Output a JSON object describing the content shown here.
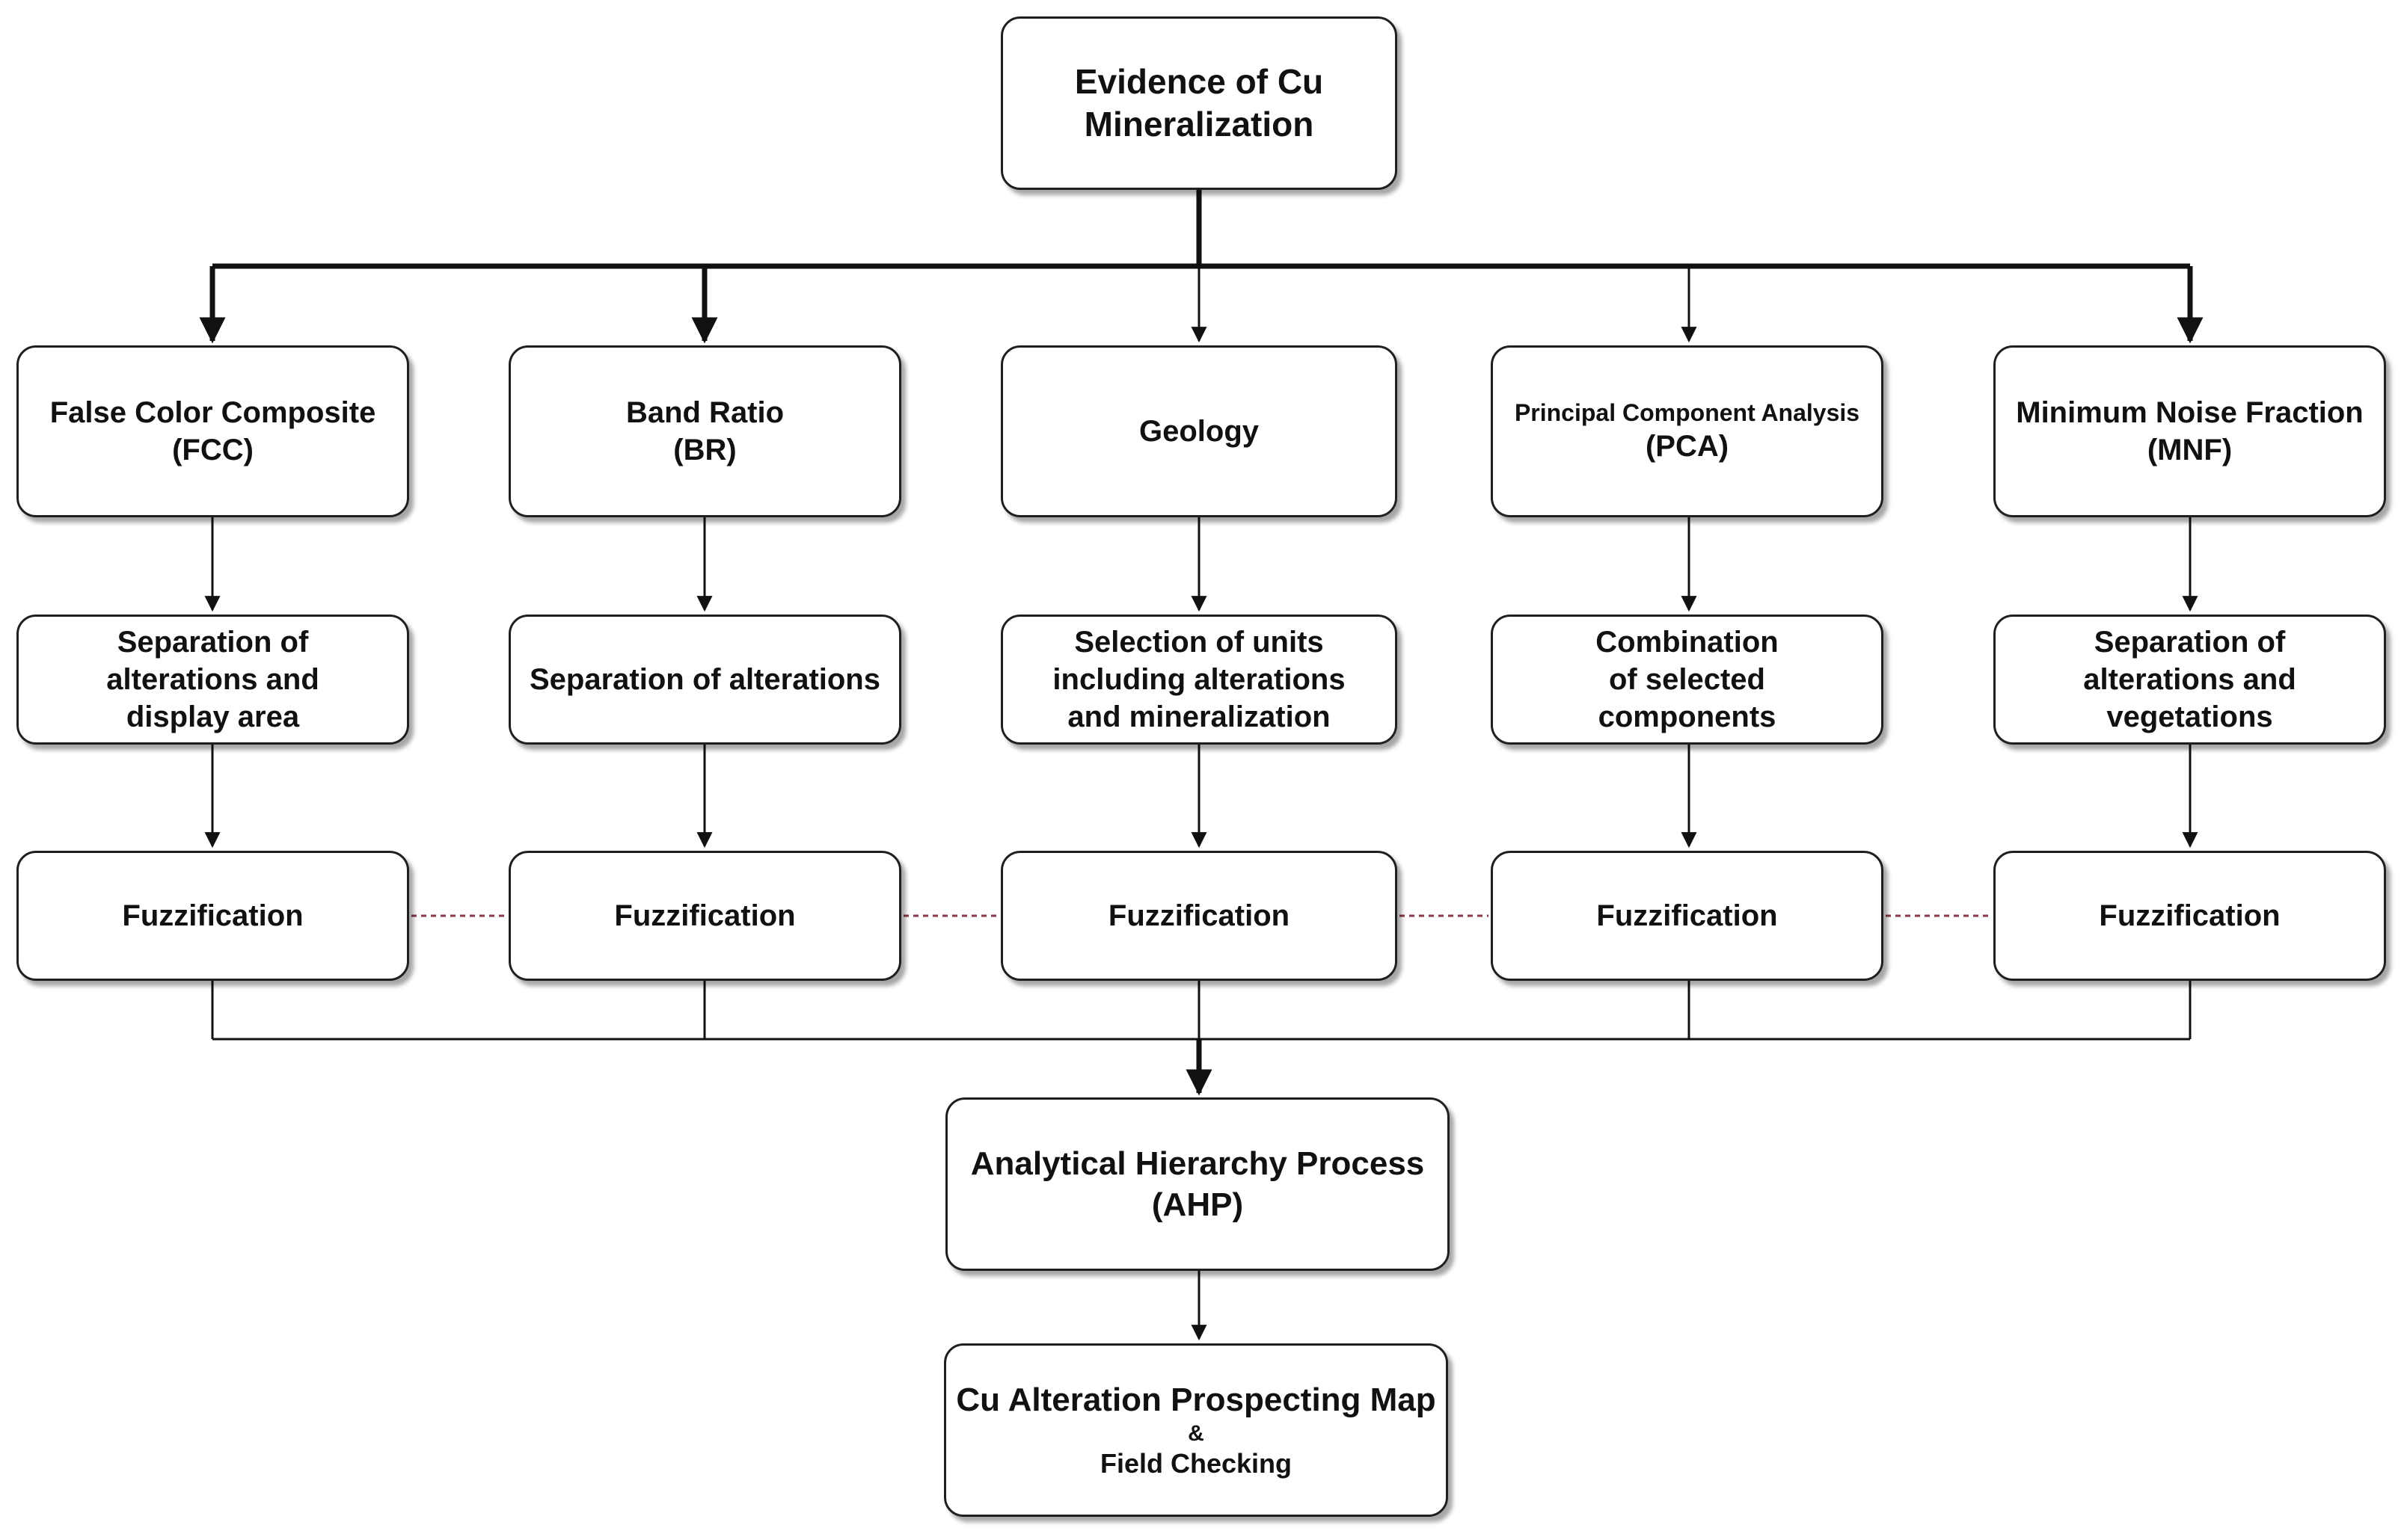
{
  "top": {
    "label": "Evidence of Cu\nMineralization"
  },
  "methods": [
    {
      "title": "False Color Composite",
      "abbr": "(FCC)"
    },
    {
      "title": "Band Ratio",
      "abbr": "(BR)"
    },
    {
      "title": "Geology",
      "abbr": ""
    },
    {
      "title": "Principal Component Analysis",
      "abbr": "(PCA)"
    },
    {
      "title": "Minimum Noise Fraction",
      "abbr": "(MNF)"
    }
  ],
  "steps": [
    "Separation of\nalterations and\ndisplay area",
    "Separation of alterations",
    "Selection of units\nincluding alterations\nand mineralization",
    "Combination\nof selected\ncomponents",
    "Separation of\nalterations and\nvegetations"
  ],
  "fuzzification": [
    "Fuzzification",
    "Fuzzification",
    "Fuzzification",
    "Fuzzification",
    "Fuzzification"
  ],
  "ahp": {
    "label": "Analytical Hierarchy Process\n(AHP)"
  },
  "final": {
    "main": "Cu Alteration Prospecting Map",
    "amp": "&",
    "sub": "Field Checking"
  },
  "colors": {
    "line": "#111111",
    "dotted": "#8a3a4a"
  }
}
